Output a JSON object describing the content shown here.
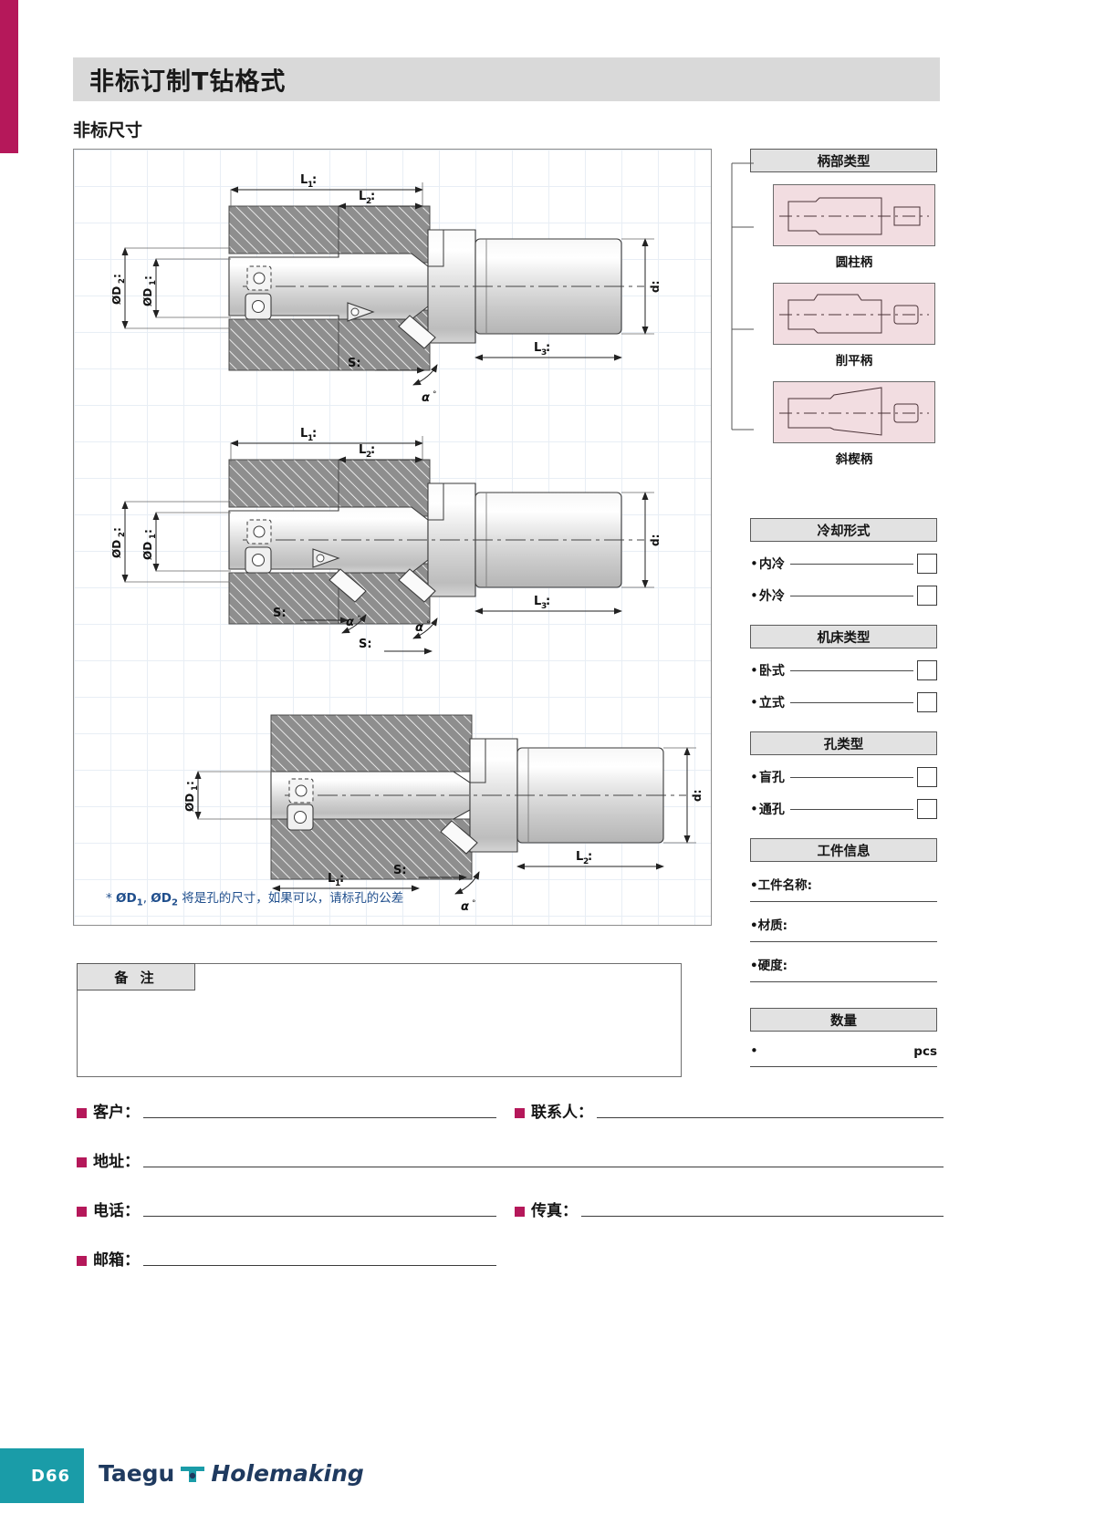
{
  "header": {
    "title": "非标订制T钻格式",
    "subtitle": "非标尺寸"
  },
  "drawing": {
    "note": "* ØD1, ØD2 将是孔的尺寸，如果可以，请标孔的公差",
    "note_prefix": "*",
    "note_d1": "ØD",
    "note_d1_sub": "1",
    "note_comma": ",",
    "note_d2": "ØD",
    "note_d2_sub": "2",
    "note_tail": "将是孔的尺寸，如果可以，请标孔的公差",
    "labels": {
      "L1": "L1:",
      "L2": "L2:",
      "L3": "L3:",
      "D1": "ØD1:",
      "D2": "ØD2:",
      "S": "S:",
      "alpha": "α",
      "degree": "°",
      "d": "d:"
    },
    "views": [
      {
        "name": "view-1-two-diameter-blind",
        "dims": [
          "L1:",
          "L2:",
          "L3:",
          "ØD1:",
          "ØD2:",
          "S:",
          "α",
          "d:"
        ]
      },
      {
        "name": "view-2-two-diameter-through",
        "dims": [
          "L1:",
          "L2:",
          "L3:",
          "ØD1:",
          "ØD2:",
          "S:",
          "α",
          "d:"
        ]
      },
      {
        "name": "view-3-single-diameter",
        "dims": [
          "L1:",
          "L2:",
          "ØD1:",
          "S:",
          "α",
          "d:"
        ]
      }
    ]
  },
  "shank": {
    "heading": "柄部类型",
    "options": [
      {
        "label": "圆柱柄",
        "id": "cylindrical-shank"
      },
      {
        "label": "削平柄",
        "id": "weldon-flat-shank"
      },
      {
        "label": "斜楔柄",
        "id": "tapered-wedge-shank"
      }
    ]
  },
  "cooling": {
    "heading": "冷却形式",
    "options": [
      {
        "label": "内冷"
      },
      {
        "label": "外冷"
      }
    ]
  },
  "machine": {
    "heading": "机床类型",
    "options": [
      {
        "label": "卧式"
      },
      {
        "label": "立式"
      }
    ]
  },
  "hole": {
    "heading": "孔类型",
    "options": [
      {
        "label": "盲孔"
      },
      {
        "label": "通孔"
      }
    ]
  },
  "workpiece": {
    "heading": "工件信息",
    "fields": [
      {
        "label": "工件名称:",
        "value": ""
      },
      {
        "label": "材质:",
        "value": ""
      },
      {
        "label": "硬度:",
        "value": ""
      }
    ]
  },
  "quantity": {
    "heading": "数量",
    "unit": "pcs",
    "value": ""
  },
  "remarks": {
    "heading": "备 注",
    "value": ""
  },
  "contact": {
    "customer": {
      "label": "客户：",
      "value": ""
    },
    "person": {
      "label": "联系人：",
      "value": ""
    },
    "address": {
      "label": "地址：",
      "value": ""
    },
    "phone": {
      "label": "电话：",
      "value": ""
    },
    "fax": {
      "label": "传真：",
      "value": ""
    },
    "email": {
      "label": "邮箱：",
      "value": ""
    }
  },
  "footer": {
    "page": "D66",
    "brand_1": "Taegu",
    "brand_2": "Holemaking"
  },
  "colors": {
    "accent_magenta": "#b5185a",
    "footer_teal": "#1a9ca8",
    "note_blue": "#1f4e8c",
    "shank_pink": "#f2dde1",
    "panel_grey": "#e2e2e2"
  }
}
